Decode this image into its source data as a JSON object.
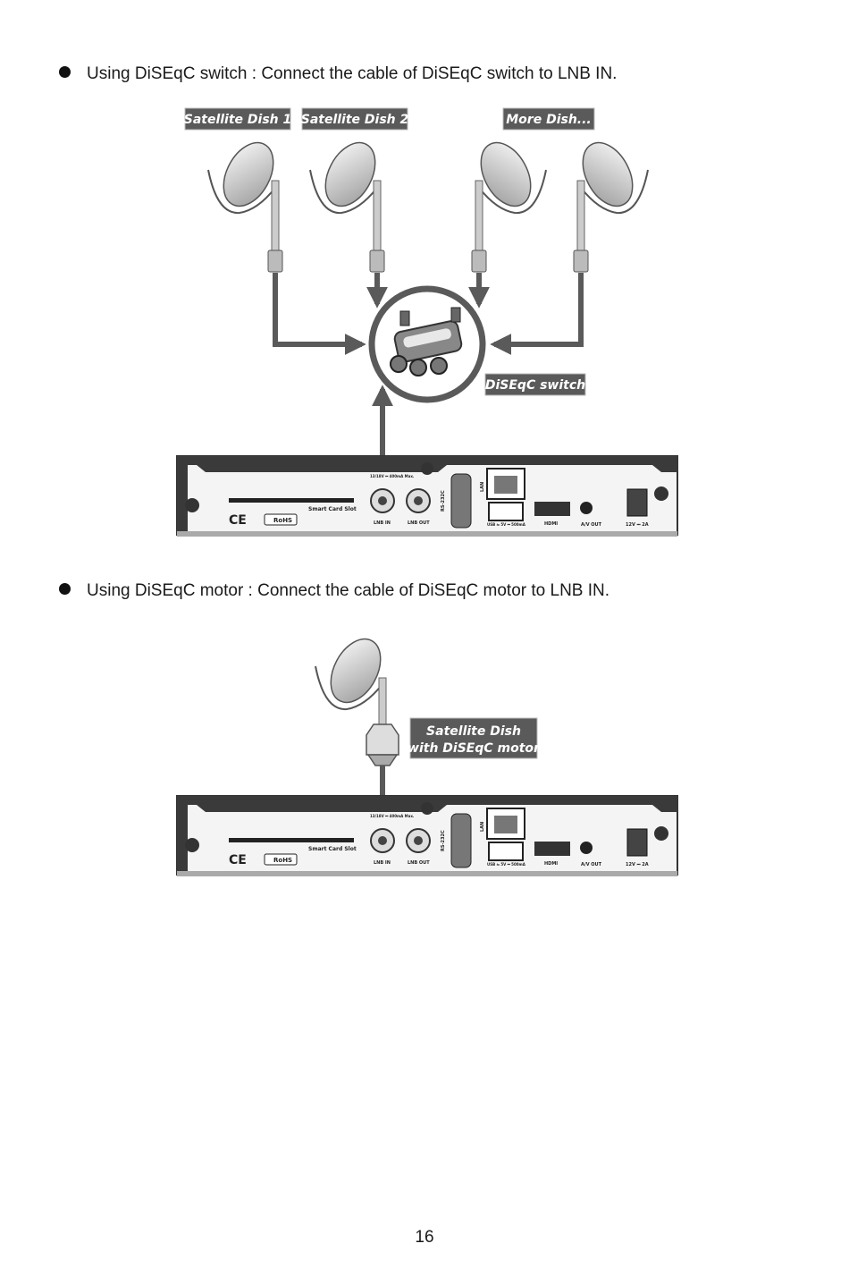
{
  "instructions": {
    "switch_text": "Using DiSEqC switch : Connect the cable of DiSEqC switch to LNB IN.",
    "motor_text": "Using DiSEqC motor : Connect the cable of DiSEqC motor to LNB IN."
  },
  "figure1": {
    "labels": {
      "dish1": "Satellite Dish 1",
      "dish2": "Satellite Dish 2",
      "more": "More Dish...",
      "switch": "DiSEqC switch"
    }
  },
  "figure2": {
    "labels": {
      "dish_line1": "Satellite Dish",
      "dish_line2": "with DiSEqC motor"
    }
  },
  "receiver": {
    "smart_card": "Smart Card Slot",
    "lnb_in": "LNB IN",
    "lnb_out": "LNB OUT",
    "rs232": "RS-232C",
    "lan": "LAN",
    "usb": "USB ⇆ 5V ⎓ 500mA",
    "hdmi": "HDMI",
    "av_out": "A/V OUT",
    "power": "12V ⎓ 2A",
    "lnb_spec": "13/18V ⎓ 400mA Max.",
    "ce": "CE",
    "rohs": "RoHS"
  },
  "footer": {
    "page_number": "16"
  }
}
